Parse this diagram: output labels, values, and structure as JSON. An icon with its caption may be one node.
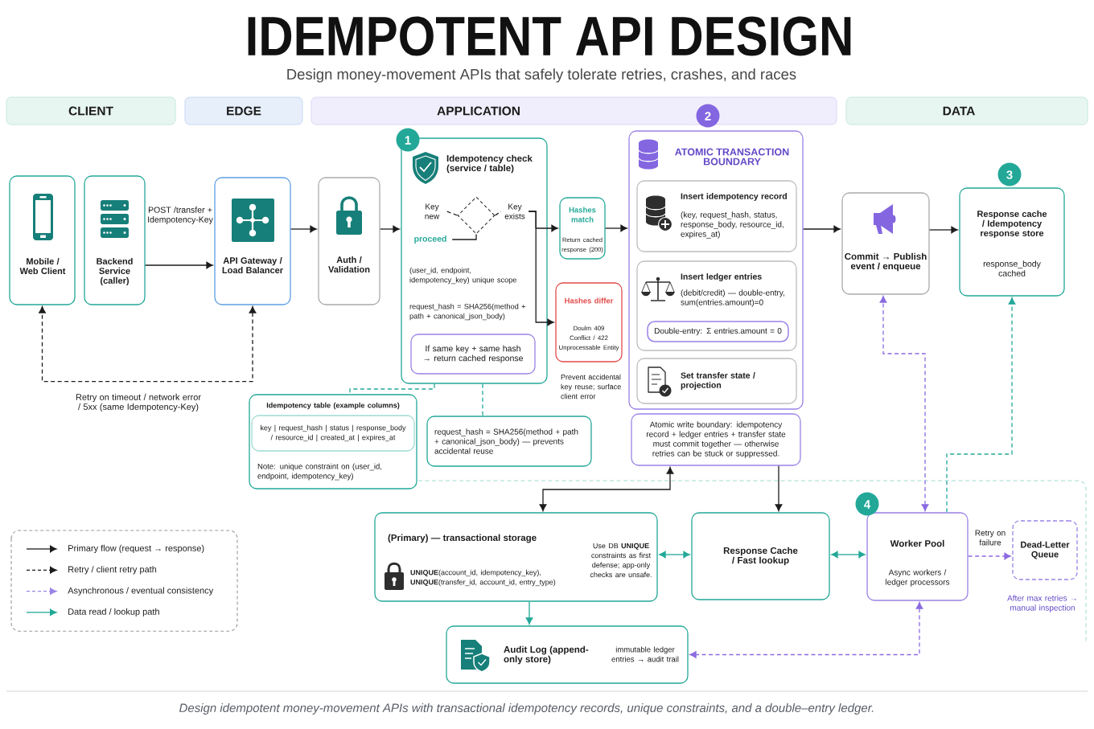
{
  "diagram": {
    "title": "IDEMPOTENT API DESIGN",
    "caption": "Design idempotent money-movement APIs with transactional idempotency records, unique constraints, and a double–entry ledger.",
    "nodes": [
      {
        "text": [
          "CLIENT"
        ]
      },
      {
        "text": [
          "EDGE"
        ]
      },
      {
        "text": [
          "APPLICATION"
        ]
      },
      {
        "text": [
          "DATA"
        ]
      },
      {
        "text": [
          "Mobile / Web Client"
        ]
      },
      {
        "text": [
          "Backend Service (caller)"
        ]
      },
      {
        "text": [
          "API Gateway / Load Balancer"
        ]
      },
      {
        "text": [
          "Auth / Validation"
        ]
      },
      {
        "text": [
          "Idempotency check (service / table)",
          "(user_id, endpoint, idempotency_key) unique scope",
          "request_hash = SHA256(method + path + canonical_json_body)"
        ],
        "beside": [
          "1"
        ]
      },
      {
        "text": [],
        "shape": "diamond",
        "in": 8
      },
      {
        "text": [
          "Key new"
        ],
        "in": 8
      },
      {
        "text": [
          "Key exists"
        ],
        "in": 8
      },
      {
        "text": [
          "proceed"
        ],
        "in": 8
      },
      {
        "text": [
          "If same key + same hash → return cached response"
        ],
        "in": 8
      },
      {
        "text": [
          "Hashes match",
          "Return cached response (200)"
        ]
      },
      {
        "text": [
          "Hashes differ",
          "Doulm 409 Conflict / 422 Unprocessable Entity"
        ],
        "beside": [
          "Prevent accidental key reuse; surface client error"
        ]
      },
      {
        "text": [
          "ATOMIC TRANSACTION BOUNDARY"
        ],
        "beside": [
          "2"
        ]
      },
      {
        "text": [
          "Insert idempotency record",
          "(key, request_hash, status, response_body, resource_id, expires_at)"
        ],
        "in": 16
      },
      {
        "text": [
          "Insert ledger entries",
          "(debit/credit) — double-entry, sum(entries.amount)=0"
        ],
        "in": 16
      },
      {
        "text": [
          "Double-entry: Σ entries.amount = 0"
        ],
        "in": 18
      },
      {
        "text": [
          "Set transfer state / projection"
        ],
        "in": 16
      },
      {
        "text": [
          "Commit → Publish event / enqueue"
        ]
      },
      {
        "text": [
          "Response cache / Idempotency response store",
          "response_body cached"
        ],
        "beside": [
          "3"
        ]
      },
      {
        "text": [
          "Idempotency table (example columns)",
          "Note: unique constraint on (user_id, endpoint, idempotency_key)"
        ]
      },
      {
        "text": [
          "key | request_hash | status | response_body / resource_id | created_at | expires_at"
        ],
        "in": 23
      },
      {
        "text": [
          "request_hash = SHA256(method + path + canonical_json_body) — prevents accidental reuse"
        ]
      },
      {
        "text": [
          "Atomic write boundary: idempotency record + ledger entries + transfer state must commit together — otherwise retries can be stuck or suppressed."
        ]
      },
      {
        "text": [
          "(Primary) — transactional storage",
          "**UNIQUE**(account_id, idempotency_key), **UNIQUE**(transfer_id, account_id, entry_type)",
          "Use DB **UNIQUE** constraints as first defense; app-only checks are unsafe."
        ]
      },
      {
        "text": [
          "Response Cache / Fast lookup"
        ]
      },
      {
        "text": [
          "Worker Pool",
          "Async workers / ledger processors"
        ],
        "beside": [
          "4"
        ]
      },
      {
        "text": [
          "Dead-Letter Queue"
        ],
        "beside": [
          "After max retries → manual inspection"
        ]
      },
      {
        "text": [
          "Audit Log (append-only store)",
          "immutable ledger entries → audit trail"
        ]
      }
    ],
    "edges": [
      {
        "from": 5,
        "to": 6,
        "arrow": "to",
        "label": "POST /transfer + Idempotency-Key"
      },
      {
        "from": 6,
        "to": 7,
        "arrow": "to"
      },
      {
        "from": 7,
        "to": 8,
        "arrow": "to"
      },
      {
        "from": 6,
        "to": 4,
        "arrow": "both",
        "style": "dashed",
        "label": "Retry on timeout / network error / 5xx (same Idempotency-Key)"
      },
      {
        "from": 9,
        "to": 10,
        "arrow": "none",
        "style": "dashed"
      },
      {
        "from": 9,
        "to": 11,
        "arrow": "none",
        "style": "dashed"
      },
      {
        "from": 9,
        "to": 12,
        "arrow": "none"
      },
      {
        "from": 11,
        "to": 14,
        "arrow": "to"
      },
      {
        "from": 11,
        "to": 15,
        "arrow": "to"
      },
      {
        "from": 14,
        "to": 16,
        "arrow": "to"
      },
      {
        "from": 16,
        "to": 21,
        "arrow": "to"
      },
      {
        "from": 21,
        "to": 22,
        "arrow": "to"
      },
      {
        "from": 8,
        "to": 23,
        "arrow": "none",
        "style": "dashed",
        "color": "#23a898"
      },
      {
        "from": 8,
        "to": 25,
        "arrow": "none",
        "style": "dashed",
        "color": "#23a898"
      },
      {
        "from": 26,
        "to": 27,
        "arrow": "both"
      },
      {
        "from": 26,
        "to": 28,
        "arrow": "to"
      },
      {
        "from": 27,
        "to": 28,
        "arrow": "both",
        "color": "#23a898"
      },
      {
        "from": 28,
        "to": 29,
        "arrow": "both",
        "color": "#23a898"
      },
      {
        "from": 27,
        "to": 31,
        "arrow": "to",
        "color": "#23a898"
      },
      {
        "from": 29,
        "to": 21,
        "arrow": "both",
        "style": "dashed",
        "color": "#8b6be0"
      },
      {
        "from": 29,
        "to": 22,
        "arrow": "to",
        "style": "dashed",
        "color": "#23a898"
      },
      {
        "from": 29,
        "to": 30,
        "arrow": "to",
        "style": "dashed",
        "color": "#8b6be0",
        "label": "Retry on failure"
      },
      {
        "from": 29,
        "to": 31,
        "arrow": "both",
        "style": "dashed",
        "color": "#8b6be0"
      }
    ],
    "labels": [
      "Design money-movement APIs that safely tolerate retries, crashes, and races"
    ],
    "legend": [
      {
        "text": "Primary flow (request → response)"
      },
      {
        "text": "Retry / client retry path"
      },
      {
        "text": "Asynchronous / eventual consistency"
      },
      {
        "text": "Data read / lookup path"
      }
    ]
  }
}
